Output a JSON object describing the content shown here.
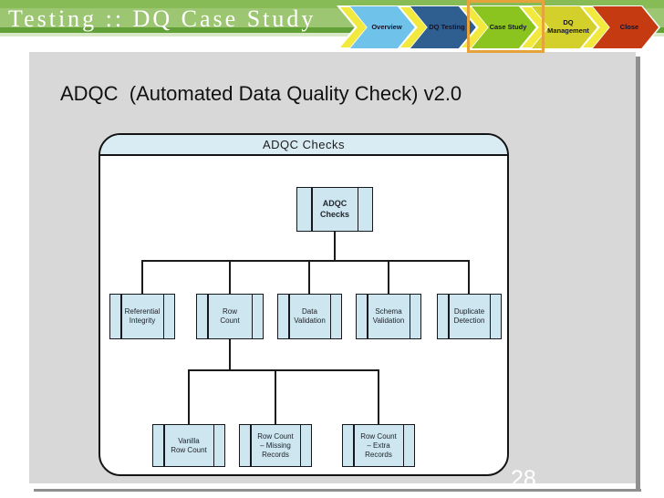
{
  "header": {
    "title": "Testing :: DQ Case Study"
  },
  "nav": {
    "arrow_back_color": "#f2e93e",
    "highlight_color": "#e7a33b",
    "items": [
      {
        "label": "Overview",
        "color": "#6fc2e9"
      },
      {
        "label": "DQ Testing",
        "color": "#2f5f90"
      },
      {
        "label": "Case Study",
        "color": "#8cc41f"
      },
      {
        "label": "DQ Management",
        "color": "#d3d02b"
      },
      {
        "label": "Close",
        "color": "#c53a10"
      }
    ],
    "active_item": "Case Study"
  },
  "slide": {
    "title": "ADQC  (Automated Data Quality Check) v2.0",
    "page_number": "28"
  },
  "diagram": {
    "title": "ADQC Checks",
    "node_fill": "#cde6f0",
    "root": {
      "label": "ADQC\nChecks"
    },
    "level1": [
      {
        "label": "Referential\nIntegrity"
      },
      {
        "label": "Row\nCount"
      },
      {
        "label": "Data\nValidation"
      },
      {
        "label": "Schema\nValidation"
      },
      {
        "label": "Duplicate\nDetection"
      }
    ],
    "level2": [
      {
        "label": "Vanilla\nRow Count"
      },
      {
        "label": "Row Count\n– Missing\nRecords"
      },
      {
        "label": "Row Count\n– Extra\nRecords"
      }
    ]
  }
}
